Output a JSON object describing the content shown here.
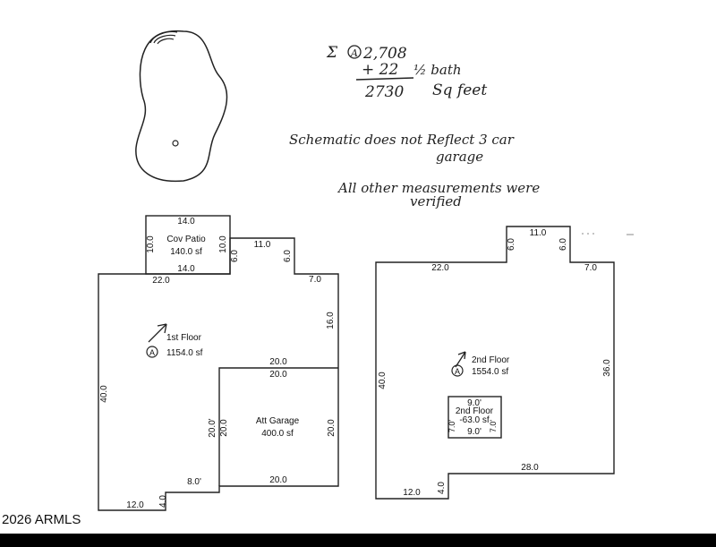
{
  "notes": {
    "sum_prefix": "Σ",
    "sum_marker": "A",
    "sum_value": "2,708",
    "plus_line": "+ 22",
    "half_bath": "½ bath",
    "total": "2730",
    "total_unit": "Sq feet",
    "schematic_line1": "Schematic does not Reflect 3 car",
    "schematic_line2": "garage",
    "verified_line1": "All other measurements were",
    "verified_line2": "verified"
  },
  "floor1": {
    "patio_top": "14.0",
    "patio_name": "Cov Patio",
    "patio_area": "140.0 sf",
    "patio_left": "10.0",
    "patio_right": "10.0",
    "patio_bottom": "14.0",
    "top_11": "11.0",
    "side_6_left": "6.0",
    "side_6_right": "6.0",
    "right_7": "7.0",
    "top_22": "22.0",
    "right_16": "16.0",
    "left_40": "40.0",
    "room_name": "1st Floor",
    "room_marker": "A",
    "room_area": "1154.0 sf",
    "garage_top_outer": "20.0",
    "garage_top_inner": "20.0",
    "garage_name": "Att Garage",
    "garage_area": "400.0 sf",
    "garage_left_outer": "20.0'",
    "garage_left_inner": "20.0",
    "garage_right": "20.0",
    "garage_bottom": "20.0",
    "step_8": "8.0'",
    "step_4": "4.0",
    "bottom_12": "12.0"
  },
  "floor2": {
    "top_11": "11.0",
    "side_6_left": "6.0",
    "side_6_right": "6.0",
    "top_22": "22.0",
    "right_7": "7.0",
    "left_40": "40.0",
    "right_36": "36.0",
    "room_name": "2nd Floor",
    "room_marker": "A",
    "room_area": "1554.0 sf",
    "void_top": "9.0'",
    "void_name": "2nd Floor",
    "void_area": "-63.0 sf",
    "void_left": "7.0'",
    "void_right": "7.0'",
    "void_bottom": "9.0'",
    "bottom_28": "28.0",
    "step_4": "4.0",
    "bottom_12": "12.0"
  },
  "watermark": "2026 ARMLS"
}
